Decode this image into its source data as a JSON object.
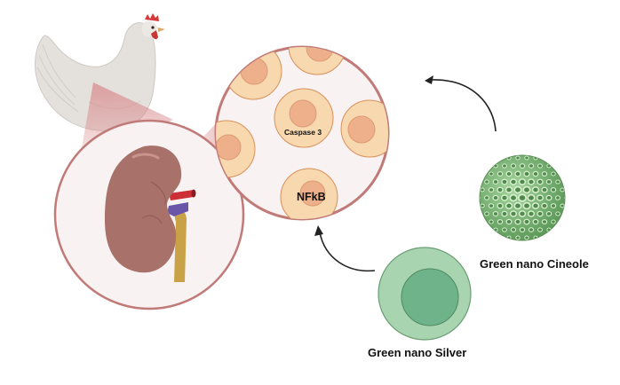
{
  "figure": {
    "labels": {
      "caspase": "Caspase 3",
      "nfkb": "NFkB",
      "cineole": "Green nano Cineole",
      "silver": "Green nano Silver"
    },
    "icons": {
      "chicken": "chicken-icon",
      "kidney": "kidney-icon",
      "cells": "cell-icon",
      "cineole": "nanoparticle-cineole-icon",
      "silver": "nanoparticle-silver-icon",
      "arrow": "curved-arrow-icon"
    },
    "colors": {
      "circle_border": "#c07a78",
      "circle_fill": "#f9f2f3",
      "cone": "#d98a8c",
      "cell_outer": "#f8d8ae",
      "cell_border": "#d8905a",
      "cell_nucleus": "#eeb08a",
      "kidney": "#a8716a",
      "artery": "#cc2f36",
      "vein": "#6a56a8",
      "ureter": "#c9a248",
      "cineole_green": "#7fb57a",
      "silver_outer": "#a9d4b0",
      "silver_inner": "#6fb38a",
      "arrow": "#222222"
    }
  }
}
